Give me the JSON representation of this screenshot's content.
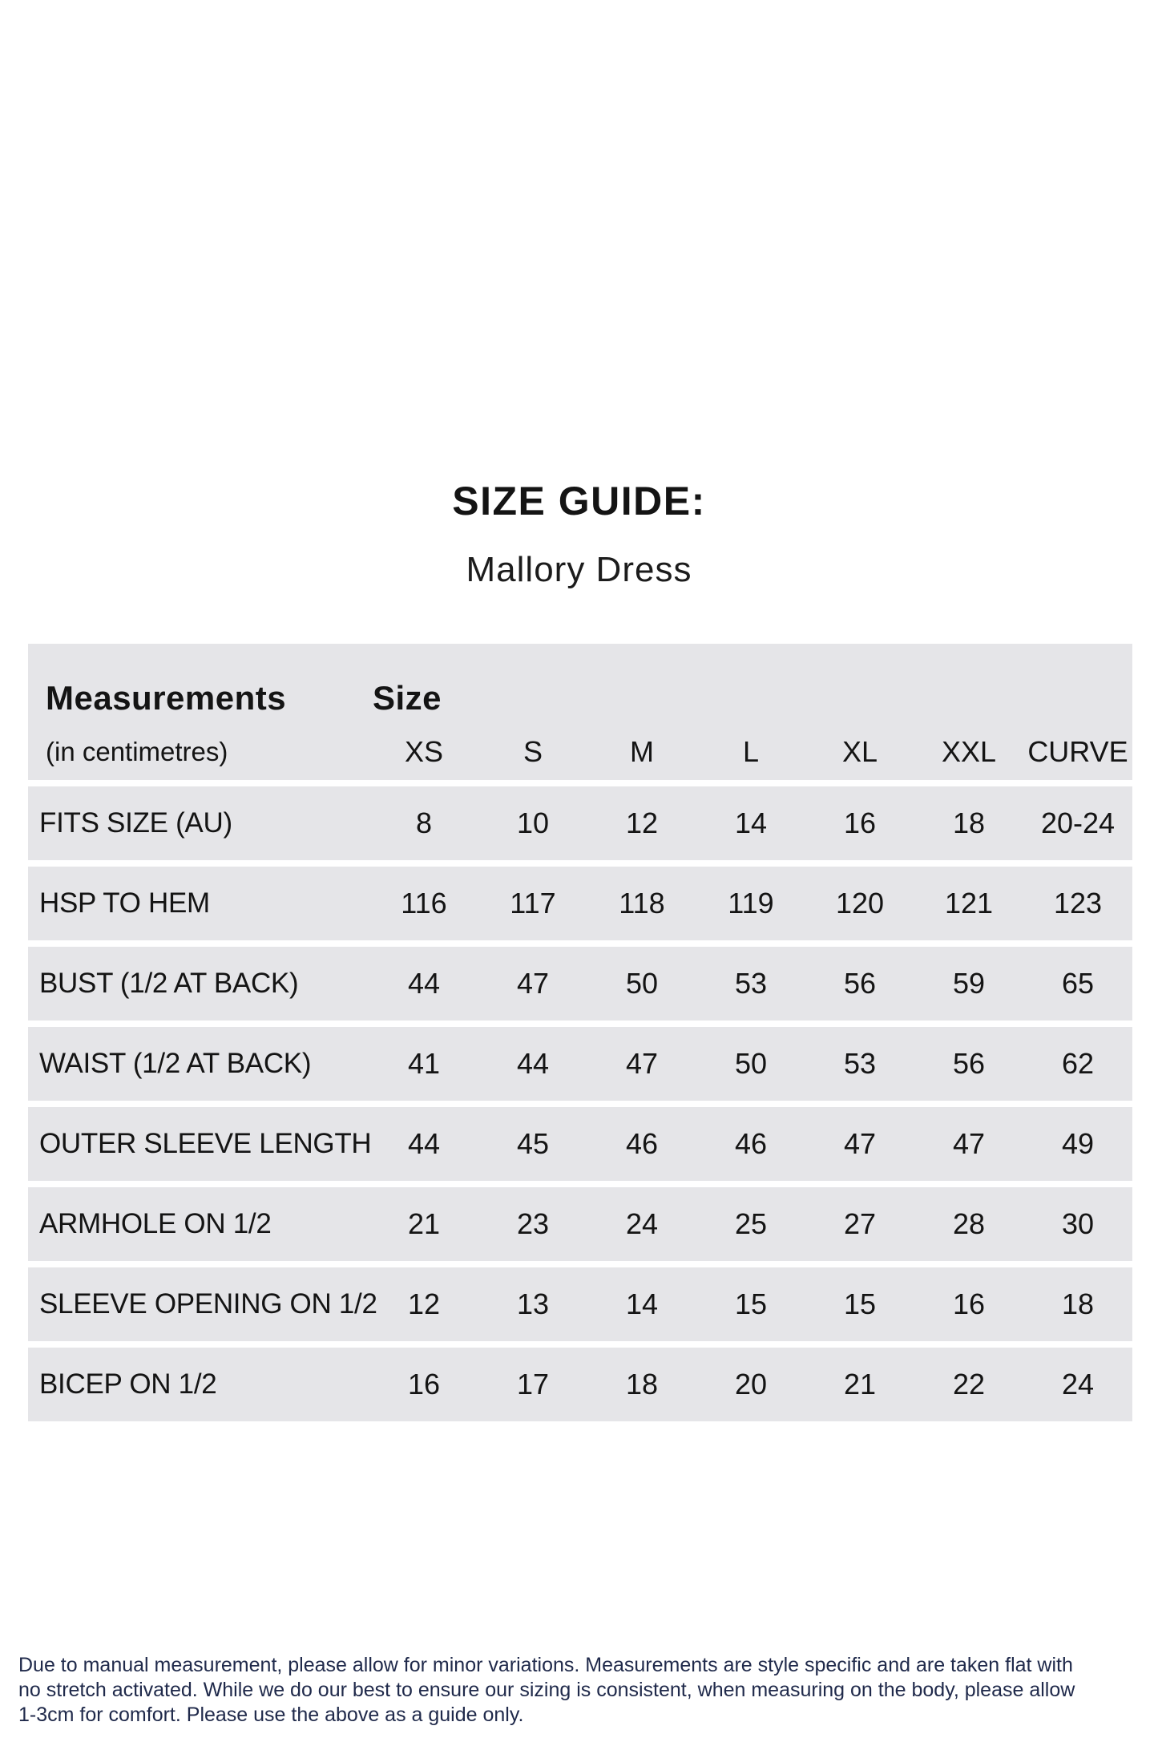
{
  "title": "SIZE GUIDE:",
  "subtitle": "Mallory Dress",
  "table": {
    "measurements_label": "Measurements",
    "unit_label": "(in centimetres)",
    "size_label": "Size",
    "size_columns": [
      "XS",
      "S",
      "M",
      "L",
      "XL",
      "XXL",
      "CURVE"
    ],
    "rows": [
      {
        "label": "FITS SIZE (AU)",
        "values": [
          "8",
          "10",
          "12",
          "14",
          "16",
          "18",
          "20-24"
        ]
      },
      {
        "label": "HSP TO HEM",
        "values": [
          "116",
          "117",
          "118",
          "119",
          "120",
          "121",
          "123"
        ]
      },
      {
        "label": "BUST (1/2 AT BACK)",
        "values": [
          "44",
          "47",
          "50",
          "53",
          "56",
          "59",
          "65"
        ]
      },
      {
        "label": "WAIST (1/2 AT BACK)",
        "values": [
          "41",
          "44",
          "47",
          "50",
          "53",
          "56",
          "62"
        ]
      },
      {
        "label": "OUTER SLEEVE LENGTH",
        "values": [
          "44",
          "45",
          "46",
          "46",
          "47",
          "47",
          "49"
        ]
      },
      {
        "label": "ARMHOLE ON 1/2",
        "values": [
          "21",
          "23",
          "24",
          "25",
          "27",
          "28",
          "30"
        ]
      },
      {
        "label": "SLEEVE OPENING ON 1/2",
        "values": [
          "12",
          "13",
          "14",
          "15",
          "15",
          "16",
          "18"
        ]
      },
      {
        "label": "BICEP ON 1/2",
        "values": [
          "16",
          "17",
          "18",
          "20",
          "21",
          "22",
          "24"
        ]
      }
    ]
  },
  "footer": {
    "lines": [
      "Due to manual measurement, please allow for minor variations. Measurements are style specific and are taken flat with",
      "no stretch activated. While we do our best to ensure our sizing is consistent, when measuring on the body, please allow",
      "1-3cm for comfort. Please use the above as a guide only."
    ]
  },
  "colors": {
    "row_background": "#e5e5e8",
    "table_text": "#141414",
    "footer_text": "#202a4b",
    "page_background": "#ffffff"
  }
}
